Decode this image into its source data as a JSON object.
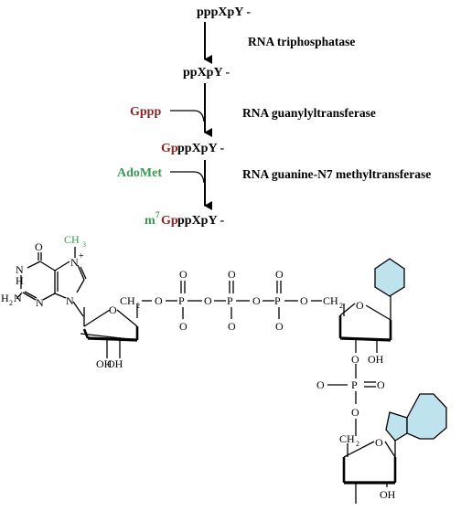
{
  "colors": {
    "black": "#000000",
    "red": "#8b2323",
    "green": "#3a9a52",
    "ring_fill": "#bfe3ee"
  },
  "pathway": {
    "step1": {
      "label": "pppXpY -"
    },
    "enzyme1": "RNA triphosphatase",
    "step2": {
      "label": "ppXpY -"
    },
    "substrate2": "Gppp",
    "enzyme2": "RNA guanylyltransferase",
    "step3": {
      "prefix": "Gp",
      "label": "ppXpY -"
    },
    "substrate3": "AdoMet",
    "enzyme3": "RNA guanine-N7 methyltransferase",
    "step4": {
      "m7": "m",
      "sup": "7",
      "gp": "Gp",
      "label": "ppXpY -"
    }
  },
  "structure": {
    "guanine": {
      "carbonyl_o": "O",
      "methyl": "CH",
      "methyl_sub": "3",
      "n7": "N",
      "plus": "+",
      "n1": "N",
      "h1": "H",
      "n3": "N",
      "n9": "N",
      "amine": "H",
      "amine_sub": "2",
      "amine_n": "N"
    },
    "ribose1": {
      "o": "O",
      "oh_left": "OH",
      "oh_right": "OH"
    },
    "ch2_1": "CH",
    "ch2_1_sub": "2",
    "linker_o": [
      "O",
      "O",
      "O",
      "O"
    ],
    "phosphorus": [
      "P",
      "P",
      "P"
    ],
    "p_top_o": [
      "O",
      "O",
      "O"
    ],
    "p_bottom_o": [
      "O",
      "O",
      "O"
    ],
    "ch2_2": "CH",
    "ch2_2_sub": "2",
    "ribose2": {
      "o": "O",
      "o3": "O",
      "oh": "OH"
    },
    "phosphodiester": {
      "p": "P",
      "o_left": "O",
      "o_right": "O",
      "o_bottom": "O"
    },
    "ch2_3": "CH",
    "ch2_3_sub": "2",
    "ribose3": {
      "o": "O",
      "oh": "OH"
    }
  }
}
